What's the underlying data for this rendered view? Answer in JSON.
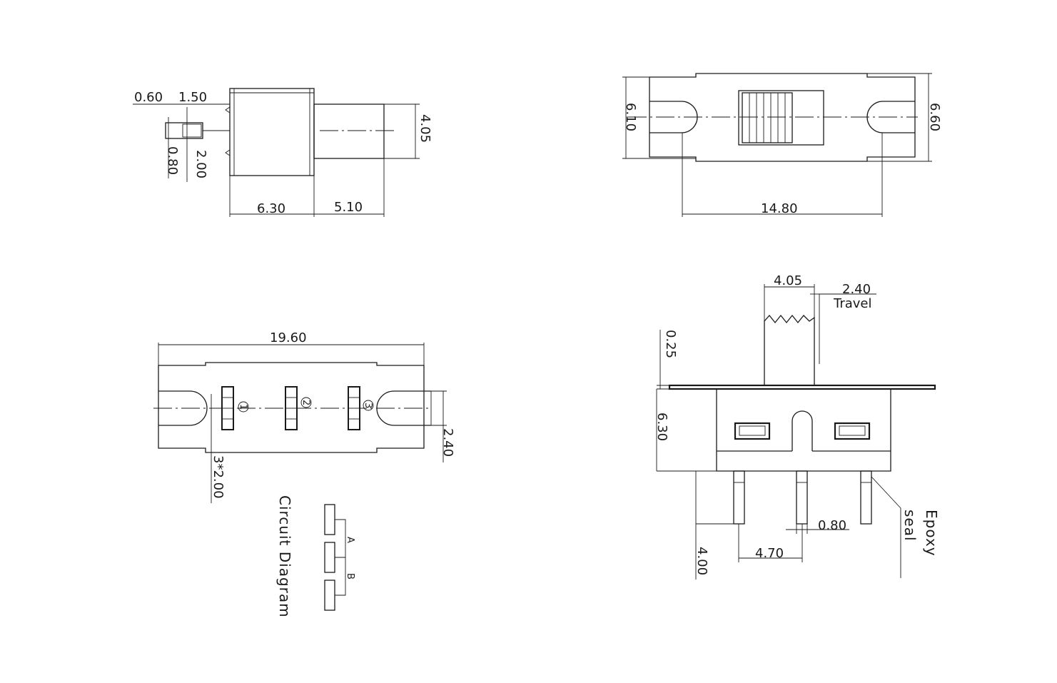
{
  "top_left_view": {
    "dim_pin_width": "0.60",
    "dim_pin_offset": "1.50",
    "dim_pin_thickness": "0.80",
    "dim_pin_height": "2.00",
    "dim_body_width": "6.30",
    "dim_actuator_length": "5.10",
    "dim_actuator_height": "4.05"
  },
  "top_right_view": {
    "dim_body_height": "6.10",
    "dim_frame_height": "6.60",
    "dim_mount_spacing": "14.80"
  },
  "bottom_left_view": {
    "dim_overall_length": "19.60",
    "dim_slot_width": "2.40",
    "dim_pin_pitch": "3*2.00",
    "pin_labels": [
      "1",
      "2",
      "3"
    ]
  },
  "circuit_diagram": {
    "title": "Circuit Diagram",
    "position_a": "A",
    "position_b": "B"
  },
  "bottom_right_view": {
    "dim_actuator_width": "4.05",
    "dim_travel": "2.40",
    "travel_label": "Travel",
    "dim_plate_thickness": "0.25",
    "dim_body_height": "6.30",
    "dim_pin_length": "4.00",
    "dim_pin_pitch": "4.70",
    "dim_pin_width": "0.80",
    "epoxy_label": "Epoxy",
    "seal_label": "seal"
  }
}
